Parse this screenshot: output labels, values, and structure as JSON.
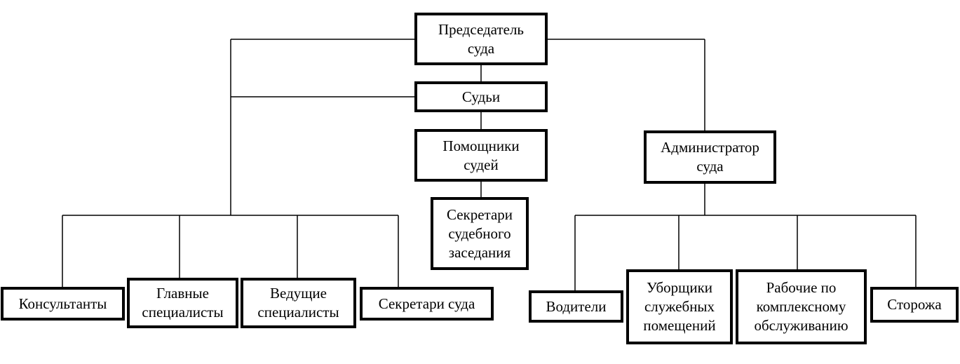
{
  "chart": {
    "nodes": {
      "chairman": "Председатель\nсуда",
      "judges": "Судьи",
      "judge_assistants": "Помощники\nсудей",
      "session_secretaries": "Секретари\nсудебного\nзаседания",
      "administrator": "Администратор\nсуда",
      "consultants": "Консультанты",
      "chief_specialists": "Главные\nспециалисты",
      "leading_specialists": "Ведущие\nспециалисты",
      "court_secretaries": "Секретари суда",
      "drivers": "Водители",
      "cleaners": "Уборщики\nслужебных\nпомещений",
      "maintenance_workers": "Рабочие по\nкомплексному\nобслуживанию",
      "guards": "Сторожа"
    }
  }
}
